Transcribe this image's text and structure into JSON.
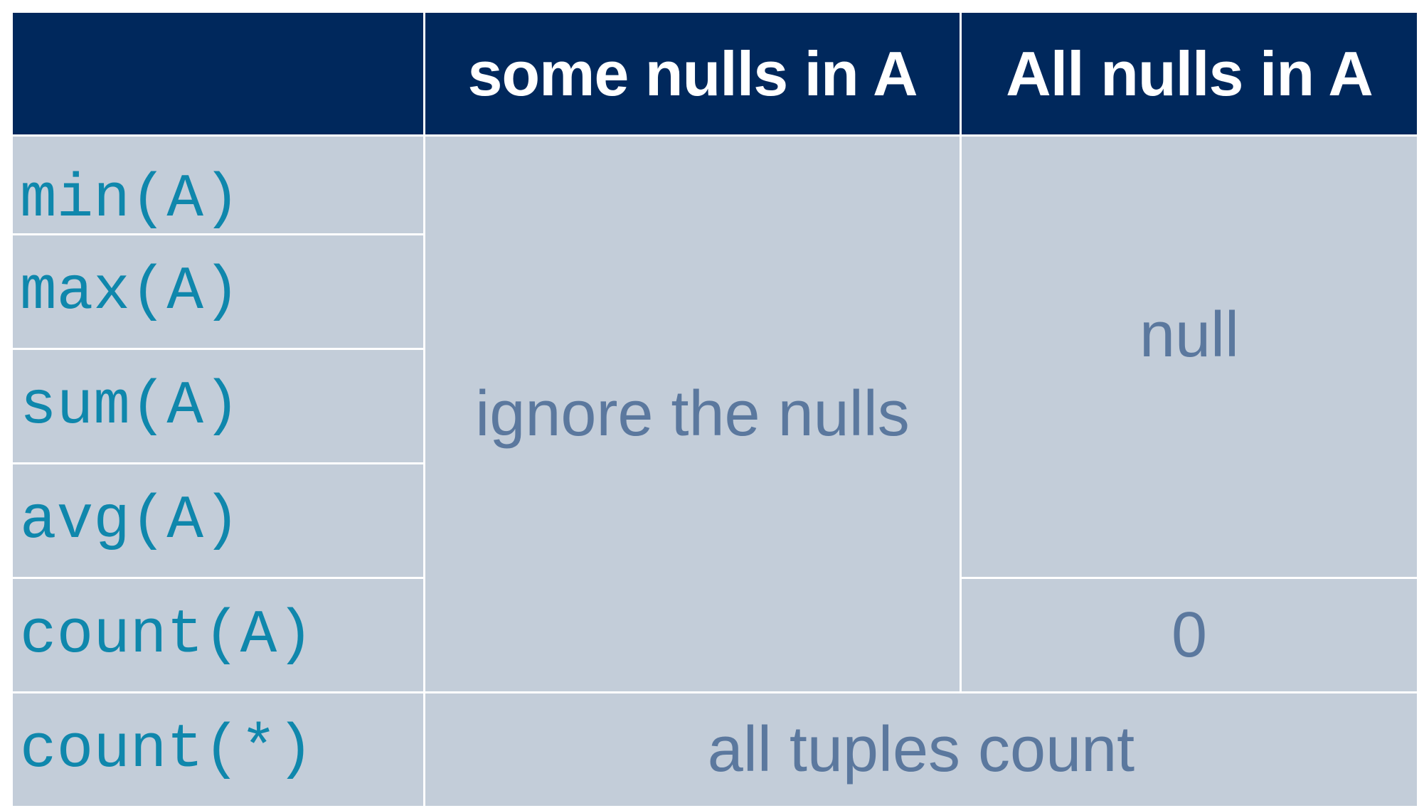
{
  "table": {
    "header": {
      "corner": "",
      "col_some_nulls": "some nulls in A",
      "col_all_nulls": "All nulls in A"
    },
    "rows": [
      {
        "label": "min(A)"
      },
      {
        "label": "max(A)"
      },
      {
        "label": "sum(A)"
      },
      {
        "label": "avg(A)"
      },
      {
        "label": "count(A)"
      },
      {
        "label": "count(*)"
      }
    ],
    "cells": {
      "some_nulls_aggregates": "ignore the nulls",
      "all_nulls_aggregates": "null",
      "all_nulls_count": "0",
      "count_star": "all tuples count"
    },
    "colors": {
      "header_background": "#00285c",
      "header_text": "#ffffff",
      "cell_background": "#c3cdd9",
      "label_text": "#0f87ac",
      "value_text": "#5b789e"
    }
  }
}
